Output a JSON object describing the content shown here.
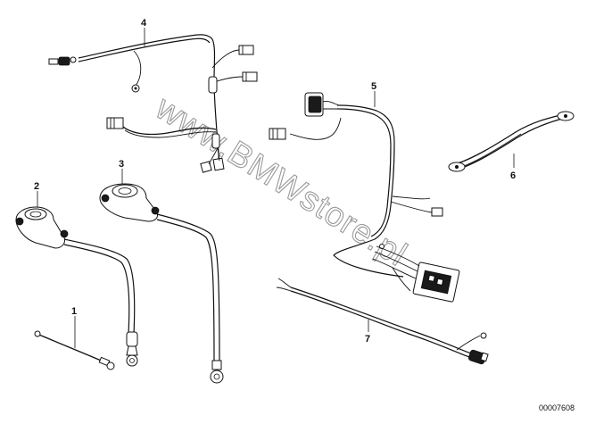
{
  "diagram": {
    "watermark": "www.BMWstore.pl",
    "part_code": "00007608",
    "parts": [
      {
        "label": "1"
      },
      {
        "label": "2"
      },
      {
        "label": "3"
      },
      {
        "label": "4"
      },
      {
        "label": "5"
      },
      {
        "label": "6"
      },
      {
        "label": "7"
      }
    ]
  }
}
